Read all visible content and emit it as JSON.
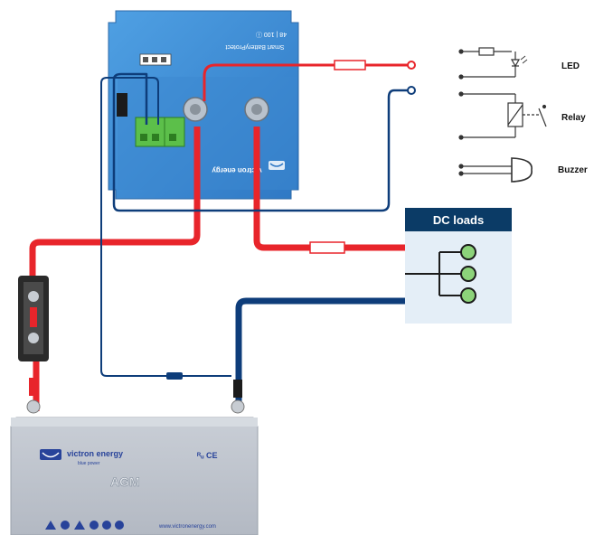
{
  "device": {
    "name": "Smart BatteryProtect",
    "rating": "48 | 100 ⓘ",
    "brand": "victron energy",
    "color": "#3f8fd6"
  },
  "outputs": {
    "led": "LED",
    "relay": "Relay",
    "buzzer": "Buzzer"
  },
  "loads": {
    "title": "DC loads",
    "title_bg": "#0b3b66",
    "panel_bg": "#e4eef7",
    "node_color": "#8cd37a"
  },
  "battery": {
    "brand": "victron energy",
    "tagline": "blue power",
    "type": "AGM",
    "cert": "ᴿᵤ CE",
    "url": "www.victronenergy.com"
  },
  "wire_colors": {
    "positive": "#e8252b",
    "negative": "#0e3d7a"
  }
}
